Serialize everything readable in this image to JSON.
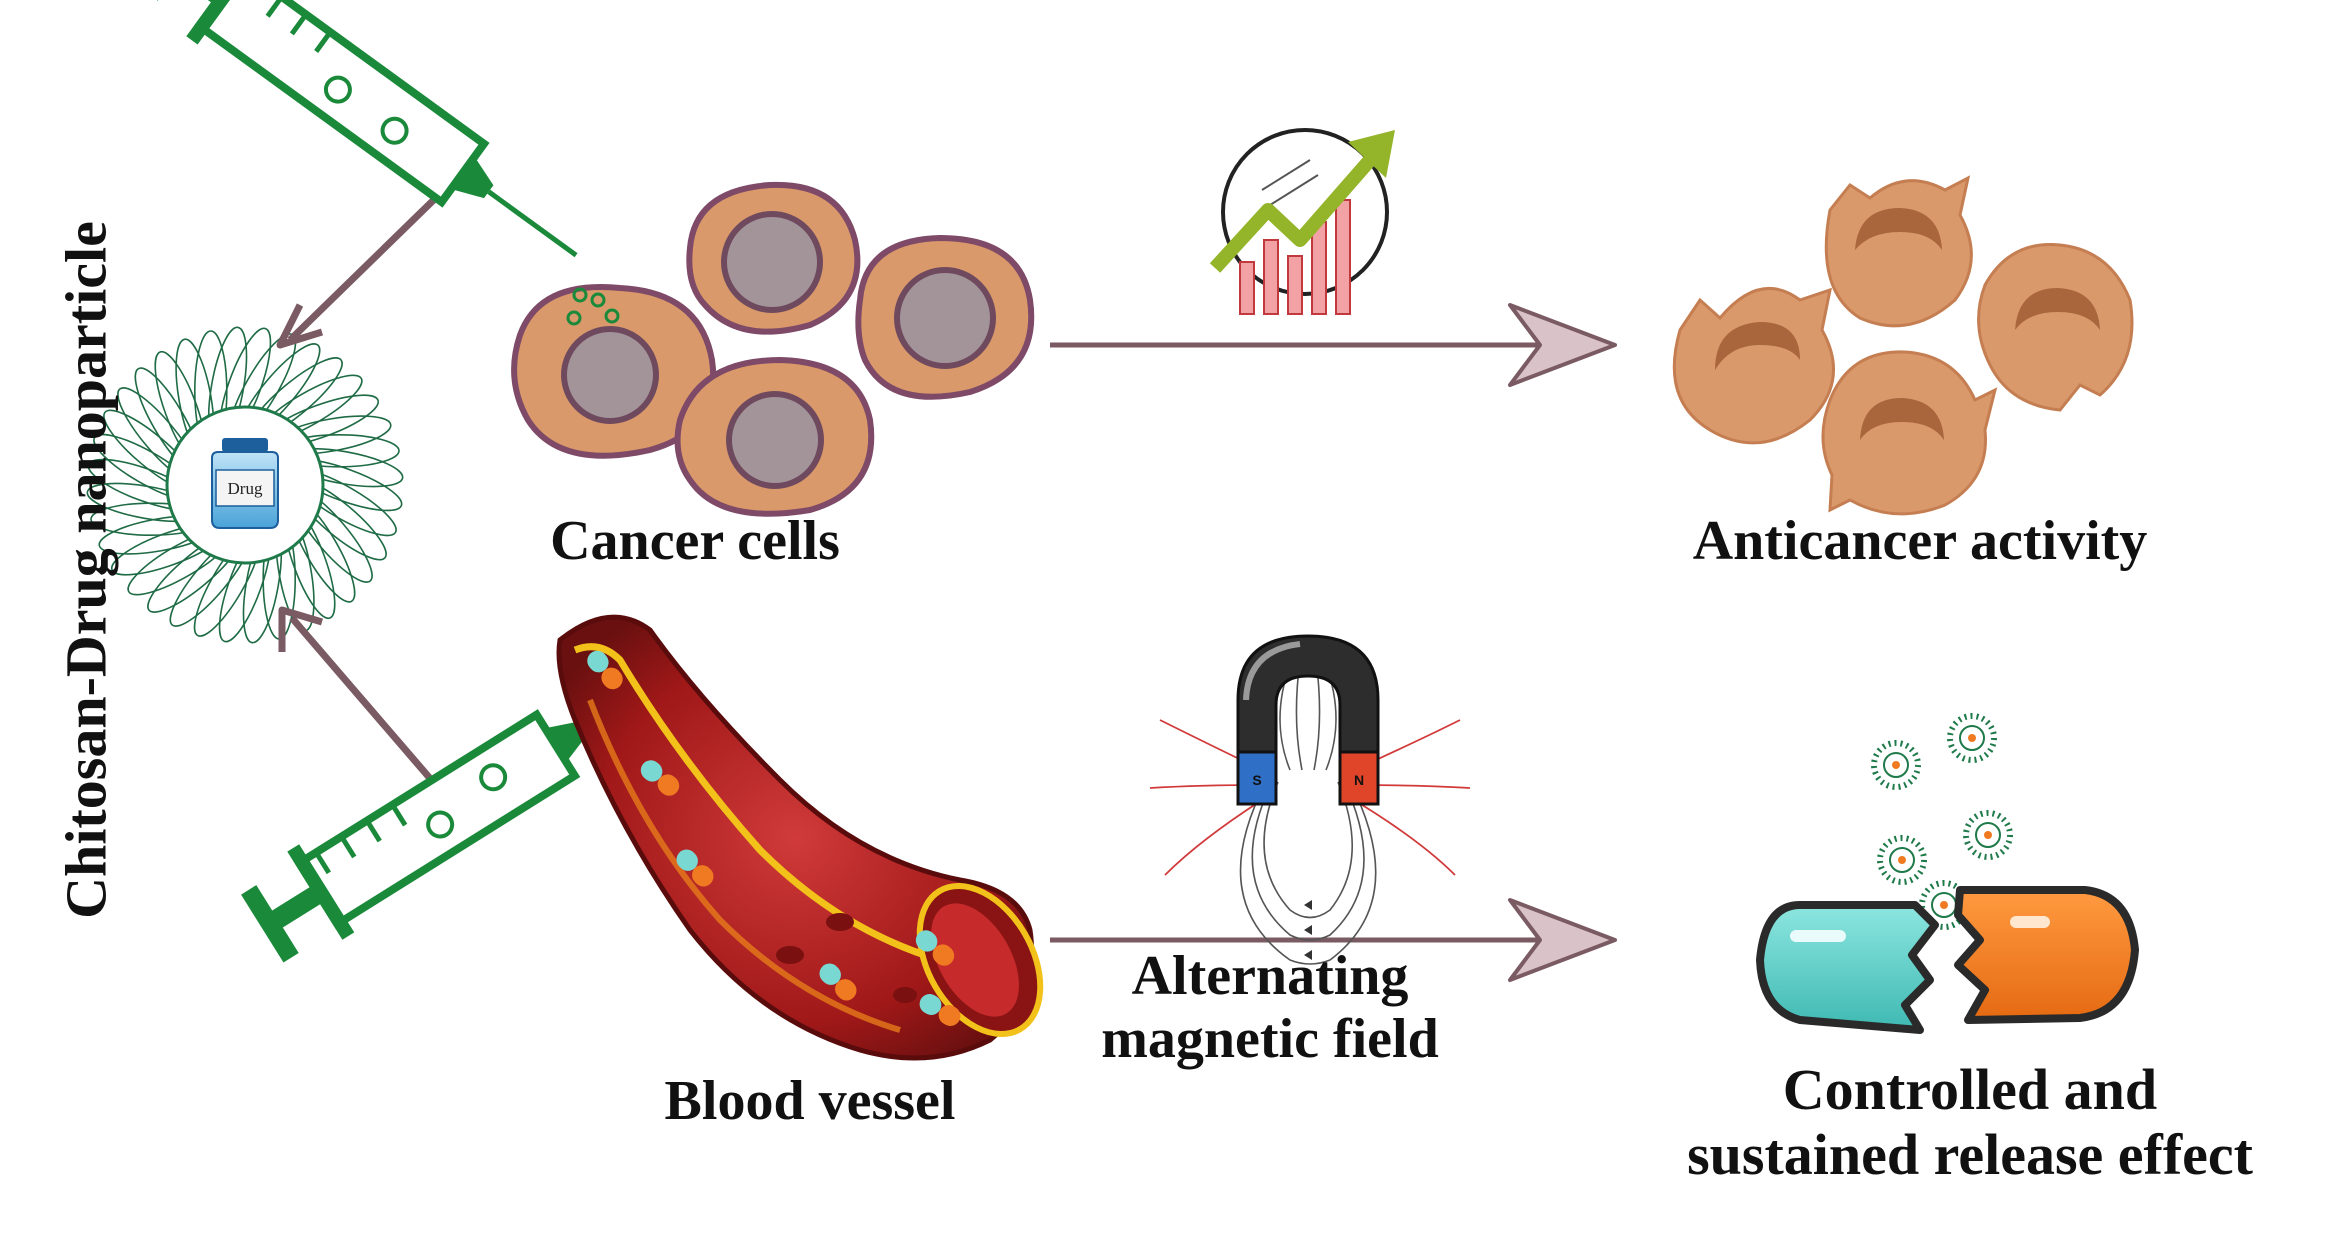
{
  "title_vertical": "Chitosan-Drug nanoparticle",
  "drug_label": "Drug",
  "labels": {
    "cancer_cells": "Cancer cells",
    "anticancer_activity": "Anticancer activity",
    "blood_vessel": "Blood vessel",
    "alternating_line1": "Alternating",
    "alternating_line2": "magnetic field",
    "release_line1": "Controlled and",
    "release_line2": "sustained release effect"
  },
  "magnet": {
    "south": "S",
    "north": "N"
  },
  "colors": {
    "syringe": "#1a8a3a",
    "arrow": "#7a5a63",
    "arrow_head_fill": "#d9c2c8",
    "cell_body": "#d9996b",
    "cell_outline": "#7e4a67",
    "nucleus": "#a3949a",
    "vessel_dark": "#6b1010",
    "vessel_red": "#b52020",
    "capsule_teal": "#5ccfc9",
    "capsule_orange": "#f07a22",
    "magnet_blue": "#2f6fc6",
    "magnet_red": "#e0452a"
  }
}
